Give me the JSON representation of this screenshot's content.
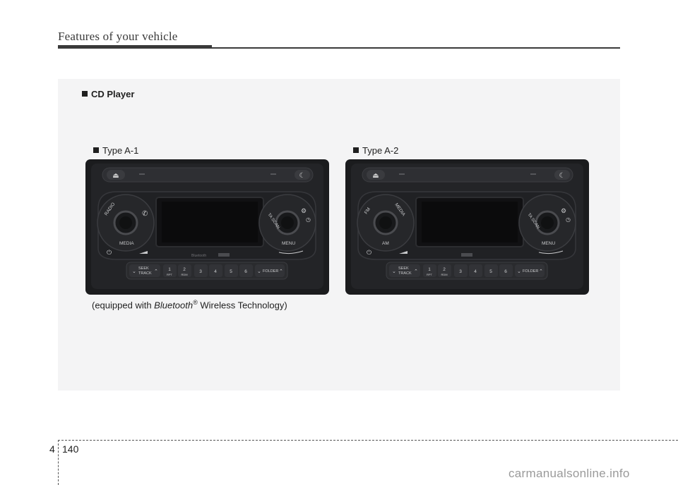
{
  "header": {
    "title": "Features of your vehicle"
  },
  "panel": {
    "heading": "CD Player",
    "type_a1": "Type A-1",
    "type_a2": "Type A-2",
    "caption_prefix": "(equipped with ",
    "caption_brand": "Bluetooth",
    "caption_reg": "®",
    "caption_suffix": " Wireless Technology)"
  },
  "radio_a1": {
    "knob_left_top": "RADIO",
    "knob_left_bottom": "MEDIA",
    "knob_right_top": "TA SCAN",
    "knob_right_bottom": "MENU",
    "seek": "SEEK",
    "track": "TRACK",
    "presets": [
      "1",
      "2",
      "3",
      "4",
      "5",
      "6"
    ],
    "preset1_sub": "RPT",
    "preset2_sub": "RDM",
    "folder": "FOLDER",
    "logo": "Bluetooth"
  },
  "radio_a2": {
    "knob_left_top": "MEDIA",
    "knob_left_fm": "FM",
    "knob_left_bottom": "AM",
    "knob_right_top": "TA SCAN",
    "knob_right_bottom": "MENU",
    "seek": "SEEK",
    "track": "TRACK",
    "presets": [
      "1",
      "2",
      "3",
      "4",
      "5",
      "6"
    ],
    "preset1_sub": "RPT",
    "preset2_sub": "RDM",
    "folder": "FOLDER"
  },
  "footer": {
    "chapter": "4",
    "page": "140",
    "watermark": "carmanualsonline.info"
  }
}
